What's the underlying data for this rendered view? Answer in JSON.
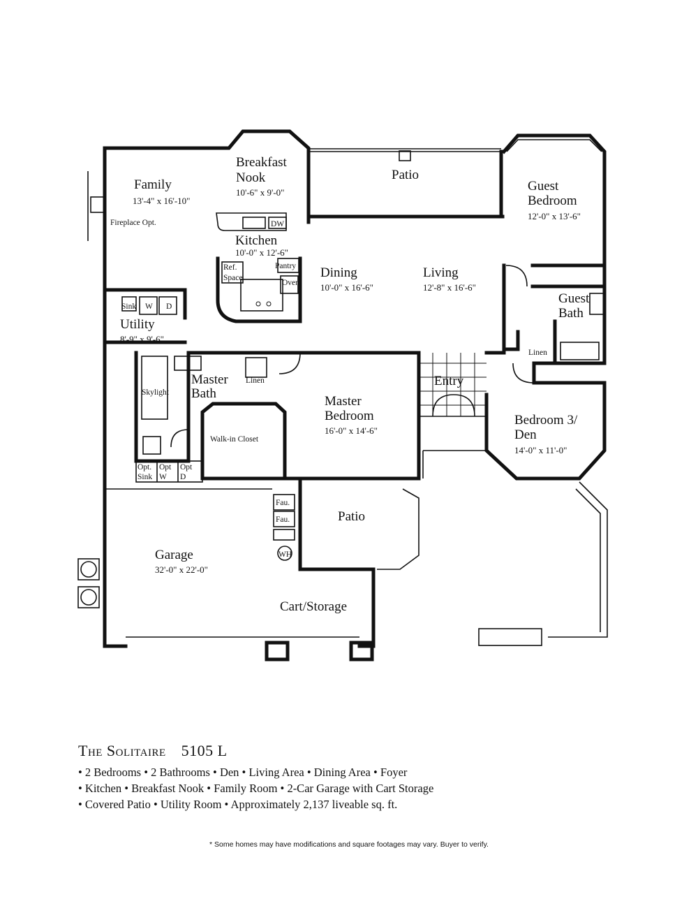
{
  "plan": {
    "rooms": {
      "family": {
        "name": "Family",
        "size": "13'-4\" x 16'-10\""
      },
      "fireplace": "Fireplace Opt.",
      "breakfast_nook": {
        "name_line1": "Breakfast",
        "name_line2": "Nook",
        "size": "10'-6\" x 9'-0\""
      },
      "patio_rear": "Patio",
      "guest_bedroom": {
        "name_line1": "Guest",
        "name_line2": "Bedroom",
        "size": "12'-0\" x 13'-6\""
      },
      "kitchen": {
        "name": "Kitchen",
        "size": "10'-0\" x 12'-6\""
      },
      "dining": {
        "name": "Dining",
        "size": "10'-0\" x 16'-6\""
      },
      "living": {
        "name": "Living",
        "size": "12'-8\" x 16'-6\""
      },
      "guest_bath": {
        "name_line1": "Guest",
        "name_line2": "Bath"
      },
      "utility": {
        "name": "Utility",
        "size": "8'-9\" x 9'-6\""
      },
      "master_bath": {
        "name_line1": "Master",
        "name_line2": "Bath"
      },
      "master_bedroom": {
        "name_line1": "Master",
        "name_line2": "Bedroom",
        "size": "16'-0\" x 14'-6\""
      },
      "entry": "Entry",
      "bedroom3": {
        "name_line1": "Bedroom 3/",
        "name_line2": "Den",
        "size": "14'-0\" x 11'-0\""
      },
      "walk_in_closet": "Walk-in Closet",
      "patio_front": "Patio",
      "garage": {
        "name": "Garage",
        "size": "32'-0\" x 22'-0\""
      },
      "cart_storage": "Cart/Storage"
    },
    "fixtures": {
      "dw": "DW",
      "ref_line1": "Ref.",
      "ref_line2": "Space",
      "pantry": "Pantry",
      "oven": "Oven",
      "sink": "Sink",
      "washer": "W",
      "dryer": "D",
      "linen_master": "Linen",
      "linen_hall": "Linen",
      "skylight": "Skylight",
      "opt_sink_line1": "Opt.",
      "opt_sink_line2": "Sink",
      "opt_w_line1": "Opt",
      "opt_w_line2": "W",
      "opt_d_line1": "Opt",
      "opt_d_line2": "D",
      "fau1": "Fau.",
      "fau2": "Fau.",
      "wh": "WH"
    }
  },
  "title": {
    "name": "The Solitaire",
    "model": "5105 L"
  },
  "features": [
    "• 2 Bedrooms • 2 Bathrooms • Den • Living Area • Dining Area • Foyer",
    "• Kitchen • Breakfast Nook • Family Room • 2-Car Garage with Cart Storage",
    "• Covered Patio • Utility Room • Approximately 2,137 liveable sq. ft."
  ],
  "disclaimer": "* Some homes may have modifications and square footages may vary. Buyer to verify."
}
